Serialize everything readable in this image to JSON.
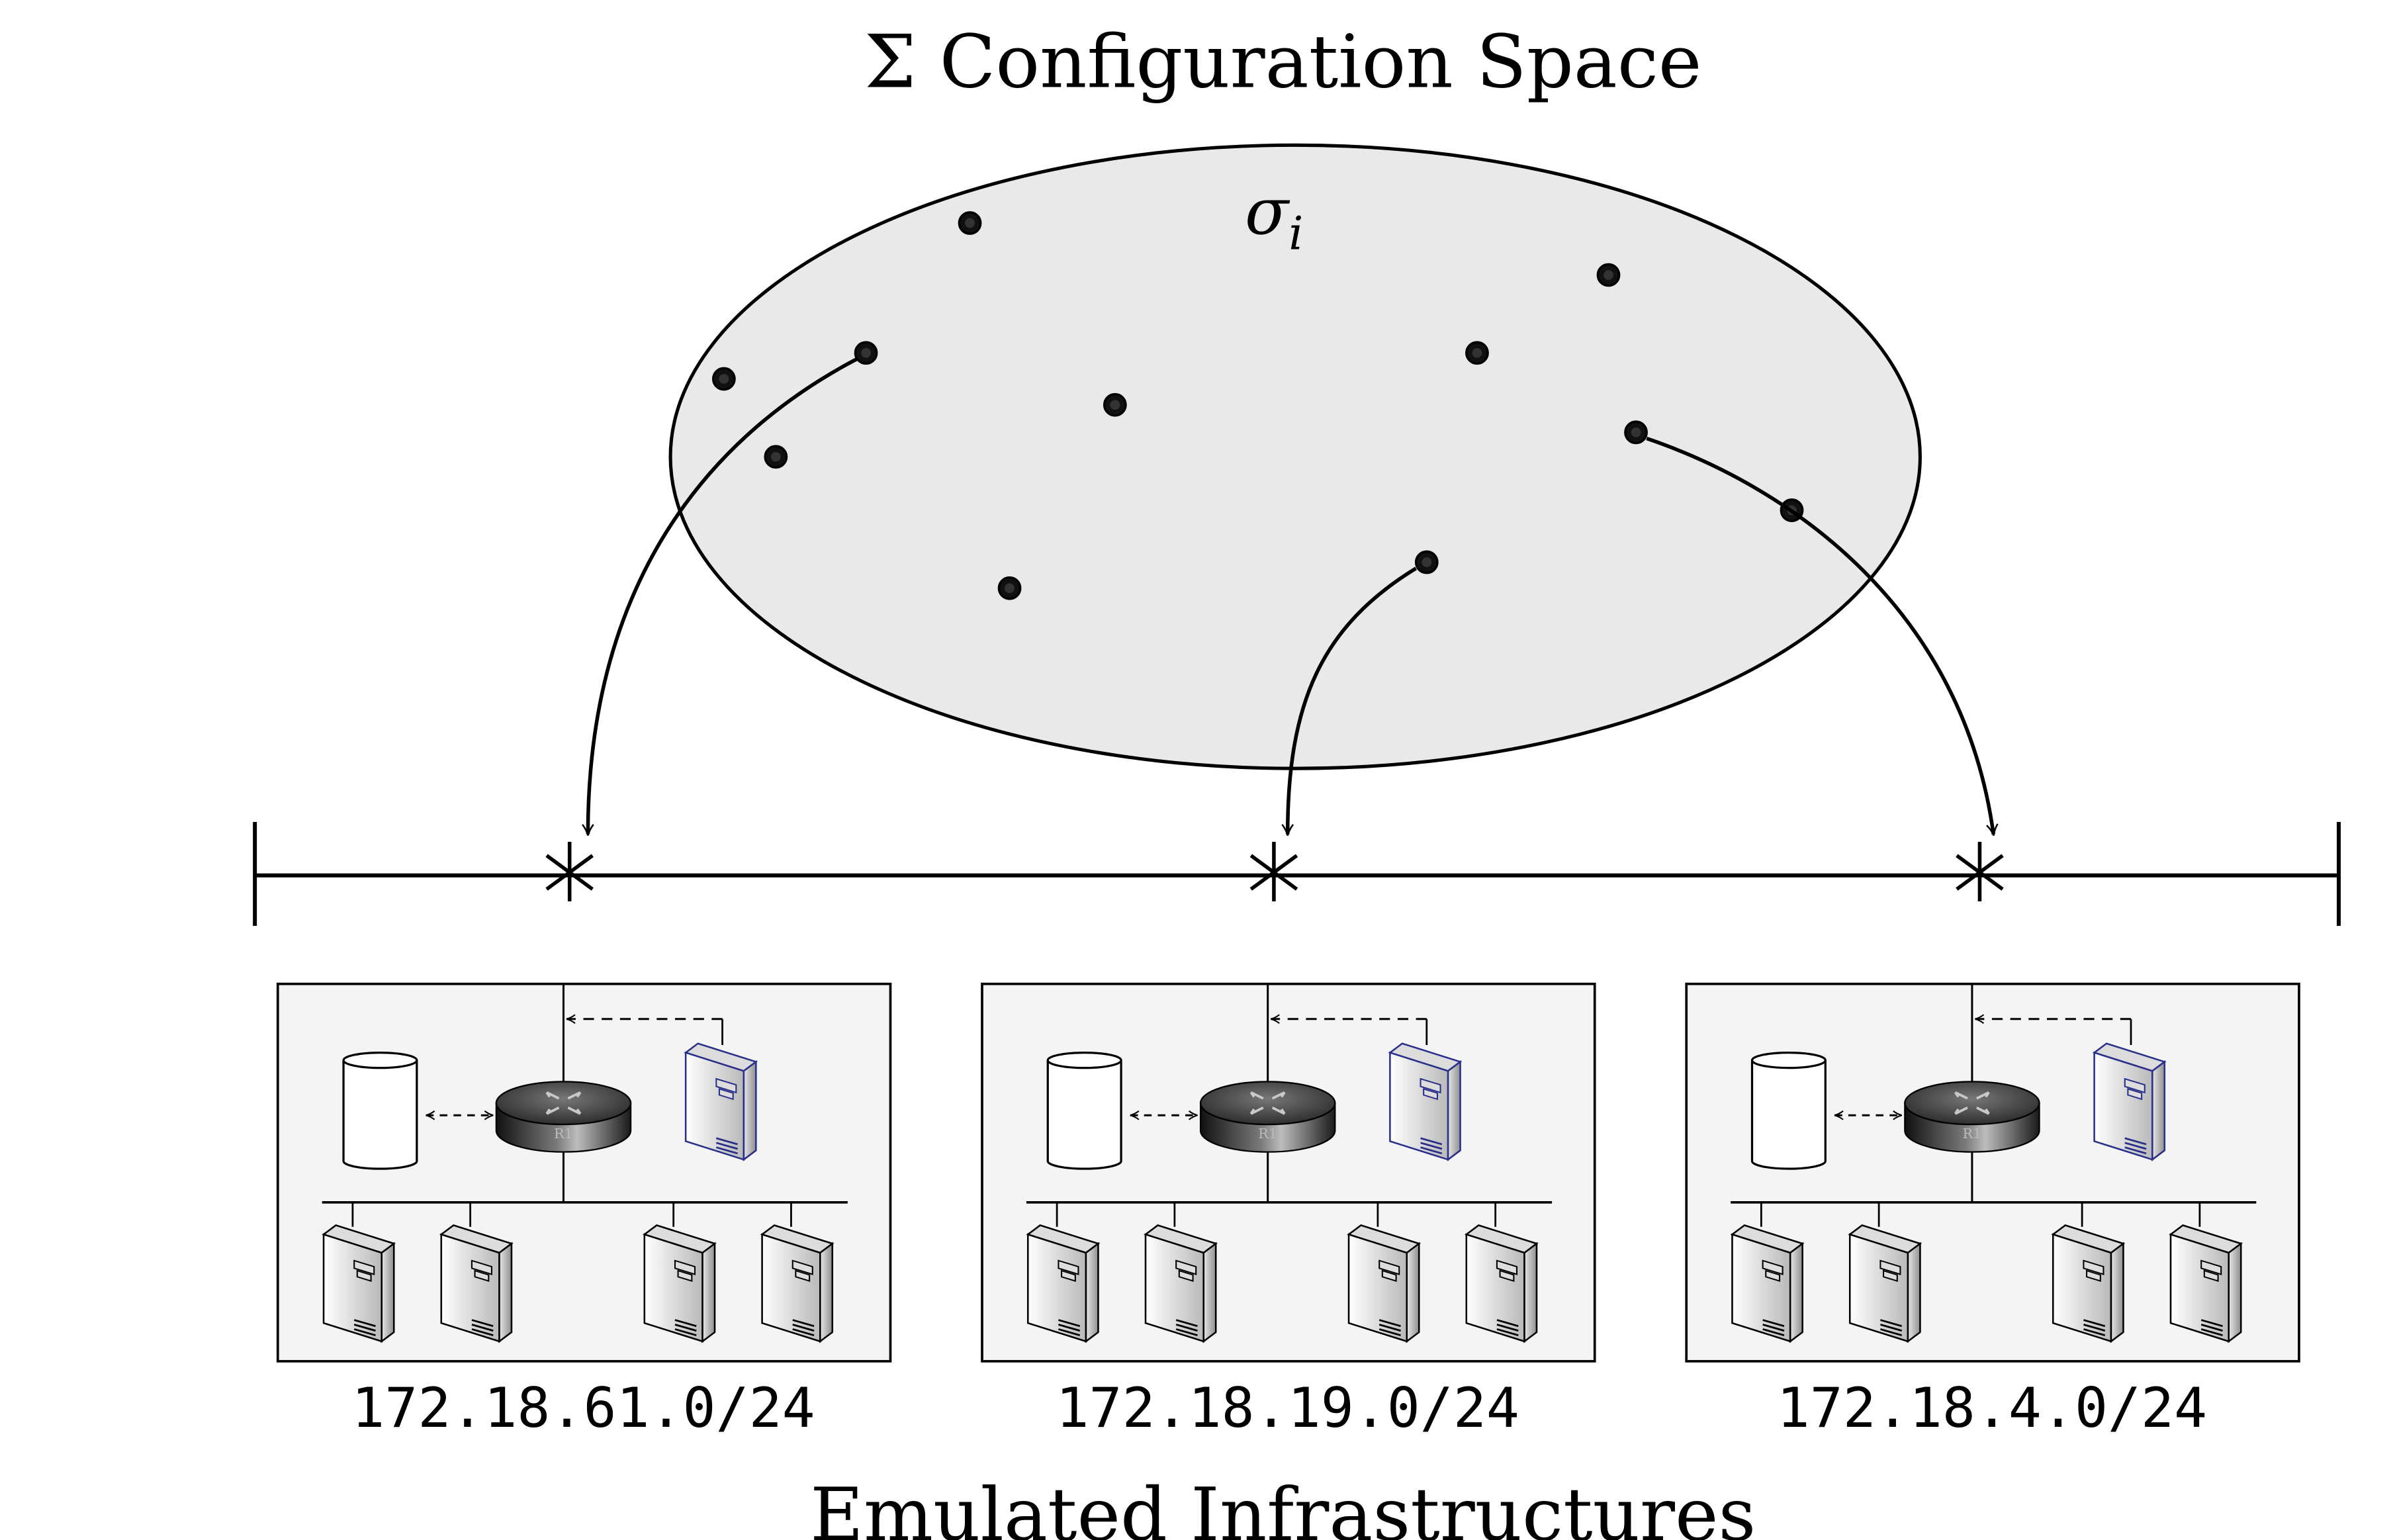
{
  "title": "Σ Configuration Space",
  "sigma_label": "σ",
  "sigma_sub": "i",
  "footer": "Emulated Infrastructures",
  "router_label": "R1",
  "infrastructures": [
    {
      "subnet": "172.18.61.0/24"
    },
    {
      "subnet": "172.18.19.0/24"
    },
    {
      "subnet": "172.18.4.0/24"
    }
  ],
  "colors": {
    "ellipse_fill": "#e9e9e9",
    "box_fill": "#f4f4f4",
    "stroke": "#000000",
    "gateway_server": "#2a2f8a"
  },
  "icons": [
    "database-icon",
    "router-icon",
    "server-icon"
  ]
}
